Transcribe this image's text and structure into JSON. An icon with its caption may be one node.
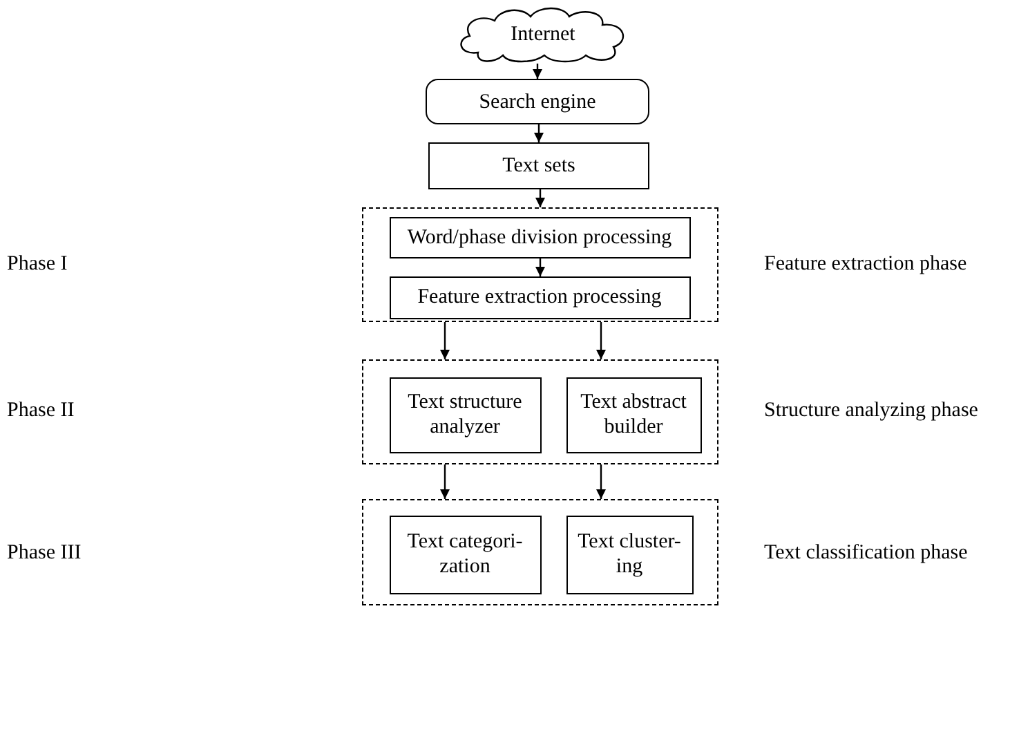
{
  "diagram": {
    "nodes": [
      {
        "text": [
          "Internet"
        ]
      },
      {
        "text": [
          "Search engine"
        ]
      },
      {
        "text": [
          "Text sets"
        ]
      },
      {
        "text": [],
        "shape": "box",
        "beside": [
          "Feature extraction phase"
        ]
      },
      {
        "text": [
          "Word/phase division processing"
        ],
        "in": 3
      },
      {
        "text": [
          "Feature extraction processing"
        ],
        "in": 3
      },
      {
        "text": [],
        "shape": "box",
        "beside": [
          "Structure analyzing phase"
        ]
      },
      {
        "text": [
          "Text structure analyzer"
        ],
        "in": 6
      },
      {
        "text": [
          "Text abstract builder"
        ],
        "in": 6
      },
      {
        "text": [],
        "shape": "box",
        "beside": [
          "Text classification phase"
        ]
      },
      {
        "text": [
          "Text categori- zation"
        ],
        "in": 9
      },
      {
        "text": [
          "Text cluster- ing"
        ],
        "in": 9
      }
    ],
    "edges": [
      {
        "from": 0,
        "to": 1,
        "arrow": "to"
      },
      {
        "from": 1,
        "to": 2,
        "arrow": "to"
      },
      {
        "from": 2,
        "to": 3,
        "arrow": "to"
      },
      {
        "from": 4,
        "to": 5,
        "arrow": "to"
      },
      {
        "from": 3,
        "to": 6,
        "arrow": "to"
      },
      {
        "from": 3,
        "to": 6,
        "arrow": "to"
      },
      {
        "from": 6,
        "to": 9,
        "arrow": "to"
      },
      {
        "from": 6,
        "to": 9,
        "arrow": "to"
      }
    ],
    "labels": [
      "Phase I",
      "Phase II",
      "Phase III"
    ]
  }
}
